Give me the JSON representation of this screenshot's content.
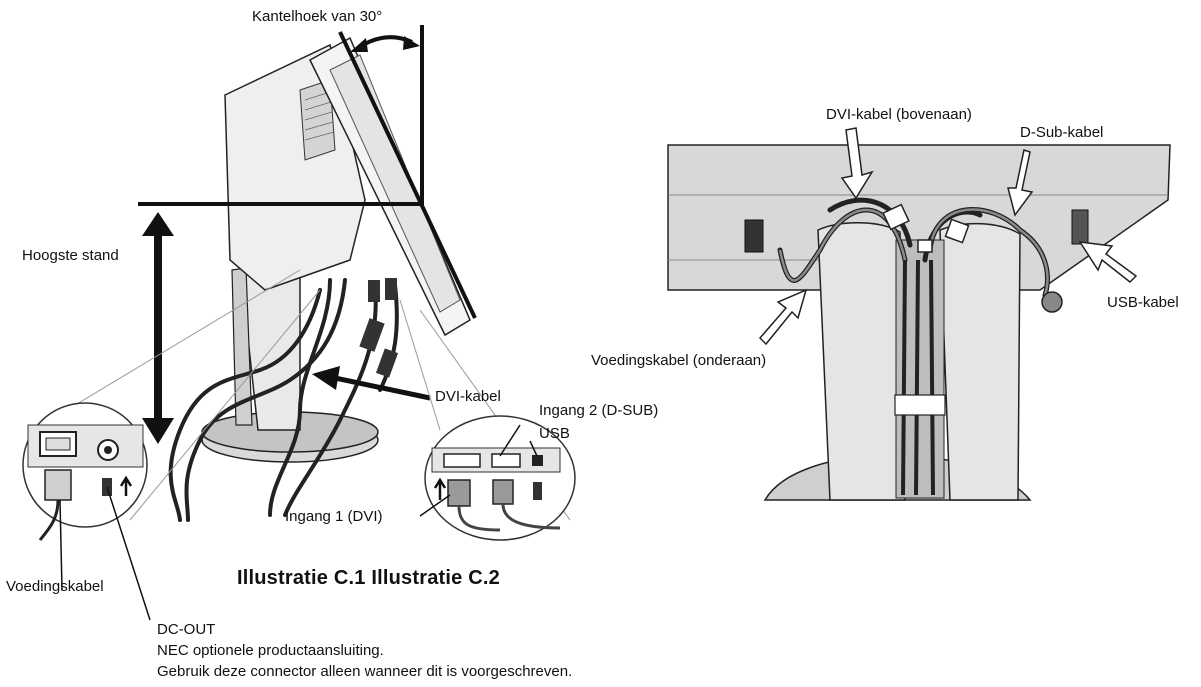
{
  "figure1": {
    "tilt_label": "Kantelhoek van 30°",
    "height_label": "Hoogste stand",
    "dvi_cable_label": "DVI-kabel",
    "input2_label": "Ingang 2 (D-SUB)",
    "usb_label": "USB",
    "input1_label": "Ingang 1 (DVI)",
    "power_cable_label": "Voedingskabel"
  },
  "caption": "Illustratie C.1 Illustratie C.2",
  "dcout": {
    "title": "DC-OUT",
    "line1": "NEC optionele productaansluiting.",
    "line2": "Gebruik deze connector alleen wanneer dit is voorgeschreven."
  },
  "figure2": {
    "dvi_top_label": "DVI-kabel (bovenaan)",
    "dsub_label": "D-Sub-kabel",
    "usb_label": "USB-kabel",
    "power_bottom_label": "Voedingskabel (onderaan)"
  }
}
